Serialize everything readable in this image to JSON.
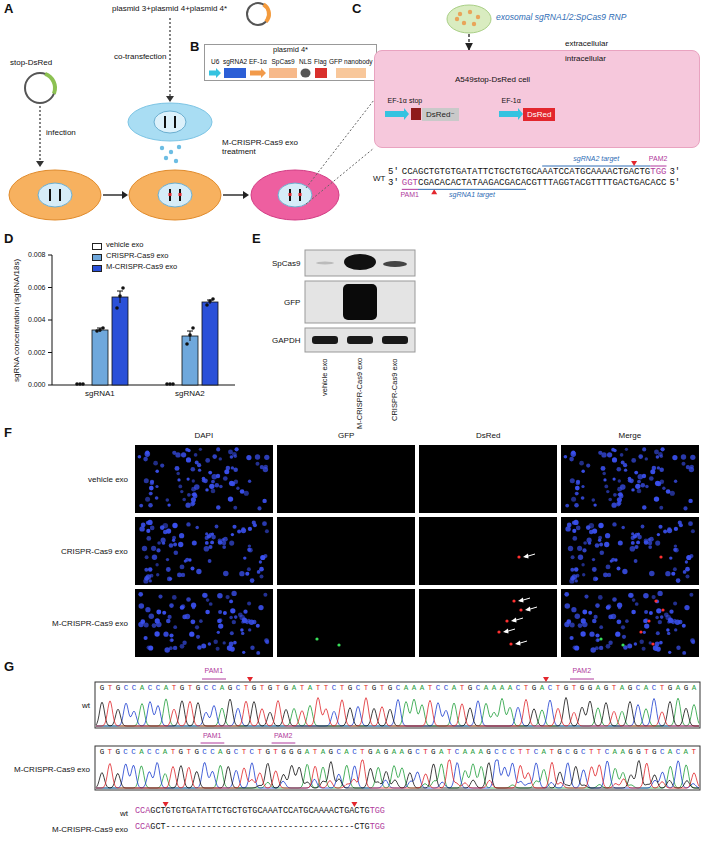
{
  "diagram": {
    "nodes": [
      {
        "text": [
          "plasmid 4*"
        ]
      },
      {
        "text": [
          "U6"
        ],
        "in": 0
      },
      {
        "text": [
          "sgRNA2"
        ],
        "in": 0
      },
      {
        "text": [
          "EF-1α"
        ],
        "in": 0
      },
      {
        "text": [
          "SpCas9"
        ],
        "in": 0
      },
      {
        "text": [
          "NLS"
        ],
        "in": 0
      },
      {
        "text": [
          "Flag"
        ],
        "in": 0
      },
      {
        "text": [
          "GFP nanobody"
        ],
        "in": 0
      },
      {
        "text": [
          "exosomal sgRNA1/2:SpCas9 RNP"
        ]
      },
      {
        "text": [
          "extracellular",
          "intracellular",
          "A549stop-DsRed cell"
        ]
      },
      {
        "text": [
          "EF-1α"
        ],
        "in": 9
      },
      {
        "text": [
          "stop"
        ],
        "in": 9
      },
      {
        "text": [
          "DsRed⁻"
        ],
        "in": 9
      },
      {
        "text": [
          "EF-1α"
        ],
        "in": 9
      },
      {
        "text": [
          "DsRed"
        ],
        "in": 9
      }
    ],
    "edges": [
      {
        "from": 8,
        "to": 9,
        "arrow": "to"
      },
      {
        "from": 12,
        "to": 13,
        "arrow": "to"
      }
    ],
    "labels": [
      "A",
      "B",
      "C",
      "D",
      "E",
      "F",
      "G",
      "plasmid 3+plasmid 4+plasmid 4*",
      "stop-DsRed",
      "co-transfection",
      "infection",
      "M-CRISPR-Cas9 exo treatment",
      "WT",
      "5′",
      "CCAGCTGTGTGATATTCTGCTGTGCAAATCCATGCAAAACTGACTG",
      "TGG",
      "3′",
      "3′",
      "GGT",
      "CGACACACTATAAGACGACACGTTTAGGTACGTTTTGACTGACACC",
      "5′",
      "PAM1",
      "PAM2",
      "sgRNA1 target",
      "sgRNA2 target",
      "sgRNA concentration (sgRNA/18s)",
      "0.000",
      "0.002",
      "0.004",
      "0.006",
      "0.008",
      "sgRNA1",
      "sgRNA2",
      "SpCas9",
      "GFP",
      "GAPDH",
      "vehicle exo",
      "M-CRISPR-Cas9 exo",
      "CRISPR-Cas9 exo",
      "DAPI",
      "GFP",
      "DsRed",
      "Merge",
      "vehicle exo",
      "CRISPR-Cas9 exo",
      "M-CRISPR-Cas9 exo",
      "PAM1",
      "PAM2",
      "wt",
      "GTGCCACCATGTGCCAGCTGTGTGATATTCTGCTGTGCAAATCCATGCAAAACTGACTGTGGAGTAGCACTGAGA",
      "PAM1",
      "PAM2",
      "M-CRISPR-Cas9 exo",
      "GTGCCACCATGTGCCAGCTCTGTGGGATAGCACTGAGAAGCTGATCAAAGCCCTTCATGCGCTTCAAGGTGCACAT",
      "wt",
      "CCA",
      "GCTGTGTGATATTCTGCTGTGCAAATCCATGCAAAACTGACTG",
      "TGG",
      "M-CRISPR-Cas9 exo",
      "CCA",
      "GCT-------------------------------------CTG",
      "TGG"
    ],
    "legend": [
      {
        "text": "vehicle exo",
        "color": "#ffffff"
      },
      {
        "text": "CRISPR-Cas9 exo",
        "color": "#6fa8dc"
      },
      {
        "text": "M-CRISPR-Cas9 exo",
        "color": "#2a50d8"
      }
    ]
  }
}
